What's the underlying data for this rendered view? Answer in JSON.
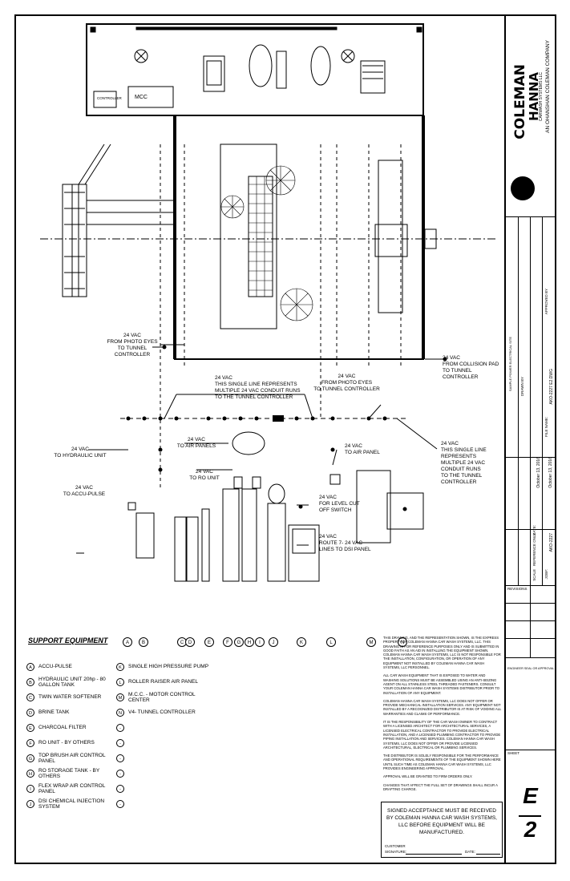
{
  "plan": {
    "controller_label": "CONTROLLER",
    "mcc_label": "MCC",
    "callouts": {
      "photo_eyes_left": [
        "24 VAC",
        "FROM PHOTO EYES",
        "TO TUNNEL CONTROLLER"
      ],
      "collision_pad": [
        "24 VAC",
        "FROM COLLISION PAD",
        "TO TUNNEL CONTROLLER"
      ],
      "single_line_center": [
        "24 VAC",
        "THIS SINGLE LINE REPRESENTS",
        "MULTIPLE 24 VAC CONDUIT RUNS",
        "TO THE TUNNEL CONTROLLER"
      ],
      "photo_eyes_center": [
        "24 VAC",
        "FROM PHOTO EYES",
        "TO TUNNEL CONTROLLER"
      ],
      "air_panels": [
        "24 VAC",
        "TO AIR PANELS"
      ],
      "air_panel": [
        "24 VAC",
        "TO AIR PANEL"
      ],
      "single_line_right": [
        "24 VAC",
        "THIS SINGLE LINE REPRESENTS",
        "MULTIPLE 24 VAC CONDUIT RUNS",
        "TO THE TUNNEL CONTROLLER"
      ],
      "hydraulic": [
        "24 VAC",
        "TO HYDRAULIC UNIT"
      ],
      "ro_unit": [
        "24 VAC",
        "TO RO UNIT"
      ],
      "accu_pulse": [
        "24 VAC",
        "TO ACCU-PULSE"
      ],
      "level_cut": [
        "24 VAC",
        "FOR LEVEL CUT",
        "OFF SWITCH"
      ],
      "dsi_panel": [
        "24 VAC",
        "ROUTE 7- 24 VAC",
        "LINES TO DSI PANEL"
      ]
    },
    "bubbles": [
      "A",
      "B",
      "C",
      "D",
      "E",
      "F",
      "G",
      "H",
      "I",
      "J",
      "K",
      "L",
      "M",
      "N"
    ]
  },
  "support_equipment": {
    "title": "SUPPORT EQUIPMENT",
    "left": [
      {
        "key": "A",
        "label": "ACCU-PULSE"
      },
      {
        "key": "B",
        "label": "HYDRAULIC UNIT 20hp - 80 GALLON TANK"
      },
      {
        "key": "C",
        "label": "TWIN WATER SOFTENER"
      },
      {
        "key": "D",
        "label": "BRINE TANK"
      },
      {
        "key": "E",
        "label": "CHARCOAL FILTER"
      },
      {
        "key": "F",
        "label": "RO UNIT - BY OTHERS"
      },
      {
        "key": "G",
        "label": "TOP BRUSH AIR CONTROL PANEL"
      },
      {
        "key": "H",
        "label": "RO STORAGE TANK - BY OTHERS"
      },
      {
        "key": "I",
        "label": "FLEX WRAP AIR CONTROL PANEL"
      },
      {
        "key": "J",
        "label": "DSI CHEMICAL INJECTION SYSTEM"
      }
    ],
    "right": [
      {
        "key": "K",
        "label": "SINGLE HIGH PRESSURE PUMP"
      },
      {
        "key": "L",
        "label": "ROLLER RAISER AIR PANEL"
      },
      {
        "key": "M",
        "label": "M.C.C.  -  MOTOR CONTROL CENTER"
      },
      {
        "key": "N",
        "label": "V4- TUNNEL CONTROLLER"
      },
      {
        "key": "-",
        "label": ""
      },
      {
        "key": "-",
        "label": ""
      },
      {
        "key": "-",
        "label": ""
      },
      {
        "key": "-",
        "label": ""
      },
      {
        "key": "-",
        "label": ""
      },
      {
        "key": "-",
        "label": ""
      }
    ]
  },
  "notes": [
    "THIS DRAWING, AND THE REPRESENTATION SHOWN, IS THE EXPRESS PROPERTY OF COLEMAN HANNA CAR WASH SYSTEMS, LLC. THIS DRAWING IS FOR REFERENCE PURPOSES ONLY AND IS SUBMITTED IN GOOD FAITH AS AN AID IN INSTALLING THE EQUIPMENT SHOWN. COLEMAN HANNA CAR WASH SYSTEMS, LLC IS NOT RESPONSIBLE FOR THE INSTALLATION, CONFIGURATION, OR OPERATION OF ANY EQUIPMENT NOT INSTALLED BY COLEMAN HANNA CAR WASH SYSTEMS, LLC PERSONNEL.",
    "ALL CAR WASH EQUIPMENT THAT IS EXPOSED TO WATER AND WASHING SOLUTIONS MUST BE ASSEMBLED USING AN ANTI-SEIZING AGENT ON ALL STAINLESS STEEL THREADED FASTENERS. CONSULT YOUR COLEMAN HANNA CAR WASH SYSTEMS DISTRIBUTOR PRIOR TO INSTALLATION OF ANY EQUIPMENT.",
    "COLEMAN HANNA CAR WASH SYSTEMS, LLC DOES NOT OFFER OR PROVIDE MECHANICAL INSTALLATION SERVICES. ANY EQUIPMENT NOT INSTALLED BY A RECOGNIZED DISTRIBUTOR IS AT RISK OF VOIDING ALL WARRANTIES AND CLAIMS OF PERFORMANCE.",
    "IT IS THE RESPONSIBILITY OF THE CAR WASH OWNER TO CONTRACT WITH A LICENSED ARCHITECT FOR ARCHITECTURAL SERVICES, A LICENSED ELECTRICAL CONTRACTOR TO PROVIDE ELECTRICAL INSTALLATION, AND A LICENSED PLUMBING CONTRACTOR TO PROVIDE PIPING INSTALLATION AND SERVICES. COLEMAN HANNA CAR WASH SYSTEMS, LLC DOES NOT OFFER OR PROVIDE LICENSED ARCHITECTURAL, ELECTRICAL OR PLUMBING SERVICES.",
    "THE DISTRIBUTOR IS SOLELY RESPONSIBLE FOR THE PERFORMANCE AND OPERATIONAL REQUIREMENTS OF THE EQUIPMENT SHOWN HERE UNTIL SUCH TIME AS COLEMAN HANNA CAR WASH SYSTEMS, LLC PROVIDES ENGINEERING APPROVAL.",
    "APPROVAL WILL BE GRANTED TO FIRM ORDERS ONLY.",
    "CHANGES THAT AFFECT THE FULL SET OF DRAWINGS SHALL INCUR A DRAFTING CHARGE."
  ],
  "acceptance": {
    "text": "SIGNED ACCEPTANCE MUST BE RECEIVED BY COLEMAN HANNA CAR WASH SYSTEMS, LLC BEFORE EQUIPMENT WILL BE MANUFACTURED.",
    "customer": "CUSTOMER",
    "signature": "SIGNATURE:",
    "date": "DATE:"
  },
  "title_block": {
    "logo_line1": "COLEMAN",
    "logo_line2": "HANNA",
    "logo_sub": "CARWASH SYSTEMS LLC",
    "company_tag": "AN OHANSHAN COLEMAN COMPANY",
    "project_title": "SAMPLE POWER ELECTRICAL SITE",
    "drawn_by_label": "DRAWN BY",
    "approved_by_label": "APPROVED BY",
    "date_label": "DATE:",
    "date_value": "October 13, 2016",
    "print_date_value": "October 13, 2016",
    "file_label": "FILE NAME:",
    "file_value": "AKO-2227 E2.DWG",
    "reference_only": "REFERENCE ONLY",
    "scale_label": "SCALE",
    "job_label": "JOB#:",
    "job_value": "AKO-2227",
    "revisions_label": "REVISIONS",
    "engineer_label": "ENGINEER SEAL OR APPROVAL",
    "sheet_label": "SHEET",
    "sheet_letter": "E",
    "sheet_number": "2"
  }
}
